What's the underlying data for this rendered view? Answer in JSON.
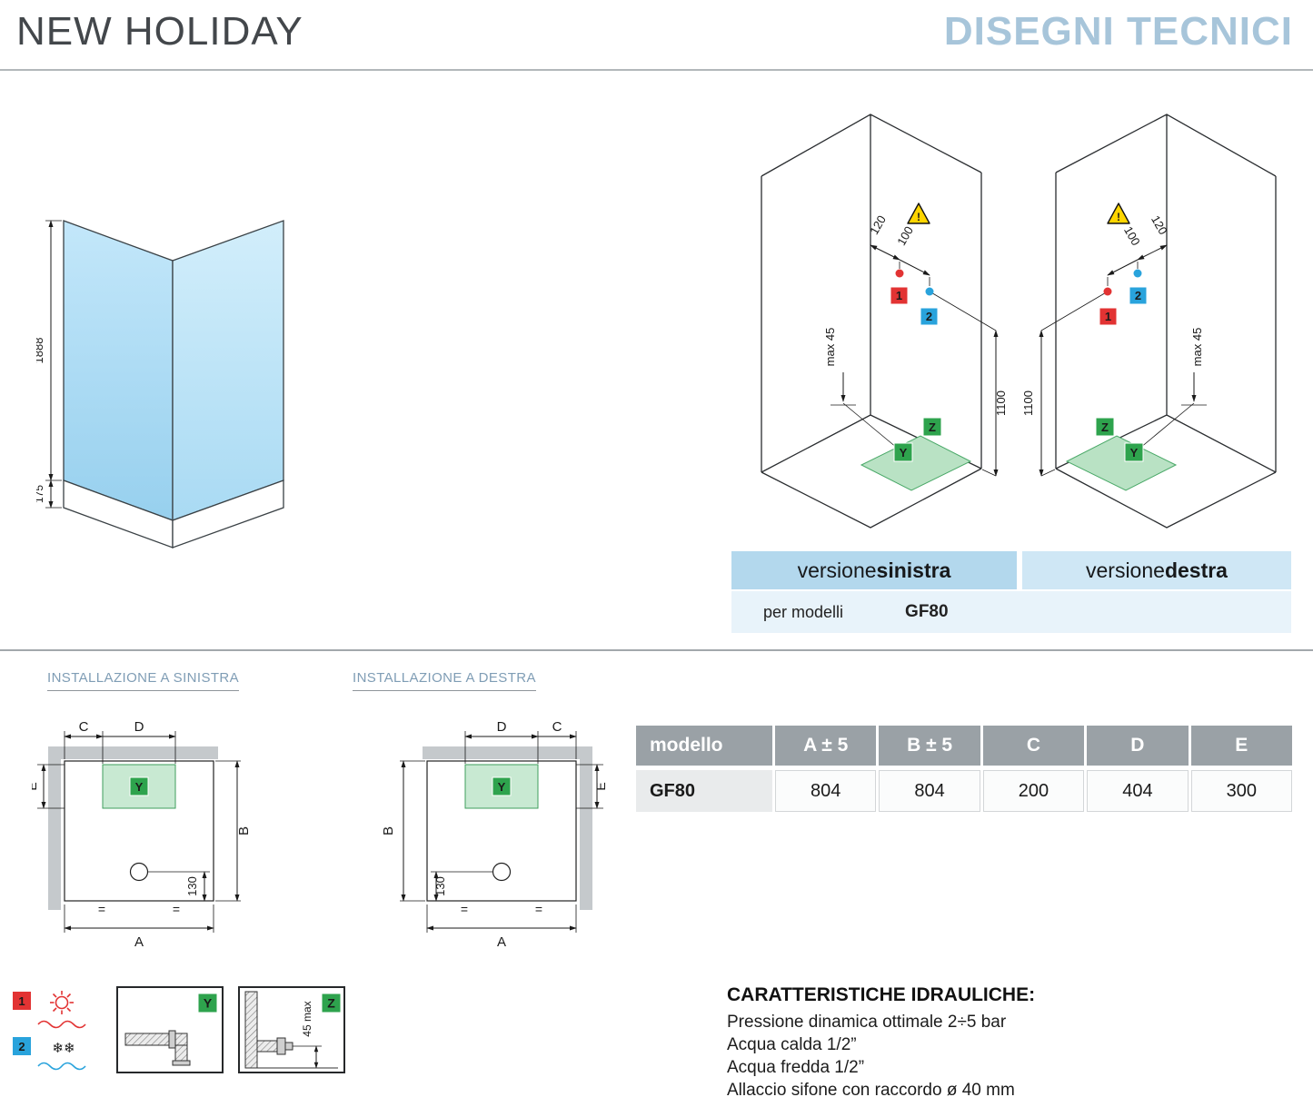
{
  "header": {
    "title": "NEW HOLIDAY",
    "subtitle": "DISEGNI TECNICI"
  },
  "glass": {
    "height": "1888",
    "skirt": "175"
  },
  "cabin_left": {
    "dim1": "120",
    "dim2": "100",
    "warn": "!",
    "hot": "1",
    "cold": "2",
    "max45": "max 45",
    "height": "1100",
    "y": "Y",
    "z": "Z"
  },
  "cabin_right": {
    "dim1": "100",
    "dim2": "120",
    "warn": "!",
    "hot": "1",
    "cold": "2",
    "max45": "max 45",
    "height": "1100",
    "y": "Y",
    "z": "Z"
  },
  "versions": {
    "left_text": "versione ",
    "left_bold": "sinistra",
    "right_text": "versione ",
    "right_bold": "destra",
    "models_label": "per modelli",
    "model": "GF80"
  },
  "plan_left": {
    "title": "INSTALLAZIONE A SINISTRA",
    "c": "C",
    "d": "D",
    "e": "E",
    "b": "B",
    "a": "A",
    "drain": "130",
    "eq": "=",
    "y": "Y"
  },
  "plan_right": {
    "title": "INSTALLAZIONE A DESTRA",
    "c": "C",
    "d": "D",
    "e": "E",
    "b": "B",
    "a": "A",
    "drain": "130",
    "eq": "=",
    "y": "Y"
  },
  "table": {
    "headers": [
      "modello",
      "A ± 5",
      "B ± 5",
      "C",
      "D",
      "E"
    ],
    "row": [
      "GF80",
      "804",
      "804",
      "200",
      "404",
      "300"
    ]
  },
  "legend": {
    "hot": "1",
    "cold": "2",
    "y": "Y",
    "z": "Z",
    "zdim": "45 max"
  },
  "icons": {
    "snowflake": "❄❄"
  },
  "hydraulics": {
    "title": "CARATTERISTICHE IDRAULICHE:",
    "lines": [
      "Pressione dinamica ottimale 2÷5 bar",
      "Acqua calda 1/2”",
      "Acqua fredda 1/2”",
      "Allaccio sifone con raccordo ø 40 mm"
    ]
  }
}
